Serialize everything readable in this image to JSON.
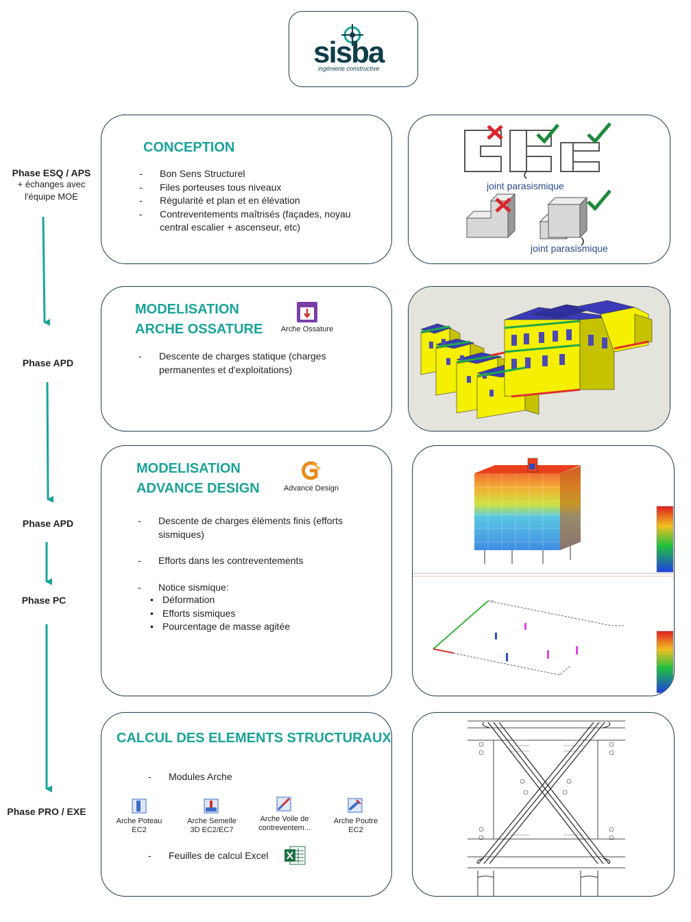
{
  "logo": {
    "name": "sisba",
    "tagline": "ingénierie constructive",
    "colors": {
      "dark": "#0f3d4a",
      "accent": "#1aa39a"
    }
  },
  "phases": [
    {
      "label": "Phase ESQ / APS",
      "sub": "+ échanges avec l'équipe MOE"
    },
    {
      "label": "Phase APD"
    },
    {
      "label": "Phase APD"
    },
    {
      "label": "Phase PC"
    },
    {
      "label": "Phase PRO / EXE"
    }
  ],
  "sections": {
    "conception": {
      "title": "CONCEPTION",
      "items": [
        "Bon Sens Structurel",
        "Files porteuses tous niveaux",
        "Régularité et plan et en élévation",
        "Contreventements maîtrisés (façades, noyau central escalier + ascenseur, etc)"
      ],
      "image_labels": [
        "joint parasismique",
        "joint parasismique"
      ]
    },
    "arche": {
      "title_line1": "MODELISATION",
      "title_line2": "ARCHE OSSATURE",
      "software": "Arche Ossature",
      "items": [
        "Descente de charges statique (charges permanentes  et d'exploitations)"
      ]
    },
    "advance": {
      "title_line1": "MODELISATION",
      "title_line2": "ADVANCE DESIGN",
      "software": "Advance Design",
      "items": [
        "Descente de charges éléments finis (efforts sismiques)",
        "Efforts dans les contreventements",
        "Notice sismique:"
      ],
      "subitems": [
        "Déformation",
        "Efforts sismiques",
        "Pourcentage de masse agitée"
      ]
    },
    "calcul": {
      "title": "CALCUL DES ELEMENTS STRUCTURAUX",
      "items": [
        "Modules Arche",
        "Feuilles de calcul Excel"
      ],
      "modules": [
        {
          "line1": "Arche Poteau",
          "line2": "EC2"
        },
        {
          "line1": "Arche Semelle",
          "line2": "3D EC2/EC7"
        },
        {
          "line1": "Arche Voile de",
          "line2": "contreventem..."
        },
        {
          "line1": "Arche Poutre",
          "line2": "EC2"
        }
      ]
    }
  },
  "colors": {
    "teal": "#1aa39a",
    "border": "#1f3a4d",
    "check": "#1d8a3a",
    "cross": "#d9272e"
  }
}
